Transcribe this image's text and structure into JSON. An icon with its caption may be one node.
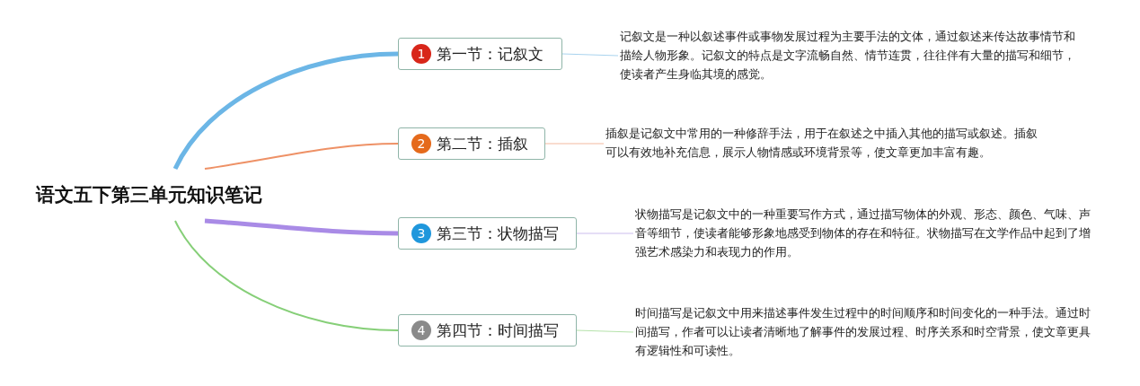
{
  "diagram": {
    "nodes": [
      {
        "text": [
          "语文五下第三单元知识笔记"
        ]
      },
      {
        "text": [
          "1",
          "第一节：记叙文"
        ]
      },
      {
        "text": [
          "2",
          "第二节：插叙"
        ]
      },
      {
        "text": [
          "3",
          "第三节：状物描写"
        ]
      },
      {
        "text": [
          "4",
          "第四节：时间描写"
        ]
      },
      {
        "text": [
          "记叙文是一种以叙述事件或事物发展过程为主要手法的文体，通过叙述来传达故事情节和描绘人物形象。记叙文的特点是文字流畅自然、情节连贯，往往伴有大量的描写和细节，使读者产生身临其境的感觉。"
        ]
      },
      {
        "text": [
          "插叙是记叙文中常用的一种修辞手法，用于在叙述之中插入其他的描写或叙述。插叙可以有效地补充信息，展示人物情感或环境背景等，使文章更加丰富有趣。"
        ]
      },
      {
        "text": [
          "状物描写是记叙文中的一种重要写作方式，通过描写物体的外观、形态、颜色、气味、声音等细节，使读者能够形象地感受到物体的存在和特征。状物描写在文学作品中起到了增强艺术感染力和表现力的作用。"
        ]
      },
      {
        "text": [
          "时间描写是记叙文中用来描述事件发生过程中的时间顺序和时间变化的一种手法。通过时间描写，作者可以让读者清晰地了解事件的发展过程、时序关系和时空背景，使文章更具有逻辑性和可读性。"
        ]
      }
    ],
    "edges": [
      {
        "from": 0,
        "to": 1,
        "arrow": "none",
        "style": "thick",
        "color": "#6cb6e6"
      },
      {
        "from": 0,
        "to": 2,
        "arrow": "none",
        "color": "#ee9166"
      },
      {
        "from": 0,
        "to": 3,
        "arrow": "none",
        "style": "thick",
        "color": "#a98be6"
      },
      {
        "from": 0,
        "to": 4,
        "arrow": "none",
        "color": "#86cf78"
      },
      {
        "from": 1,
        "to": 5,
        "arrow": "none",
        "color": "#a9d3ee"
      },
      {
        "from": 2,
        "to": 6,
        "arrow": "none",
        "color": "#f3b9a0"
      },
      {
        "from": 3,
        "to": 7,
        "arrow": "none",
        "color": "#cbbdee"
      },
      {
        "from": 4,
        "to": 8,
        "arrow": "none",
        "color": "#b5e2aa"
      }
    ]
  }
}
